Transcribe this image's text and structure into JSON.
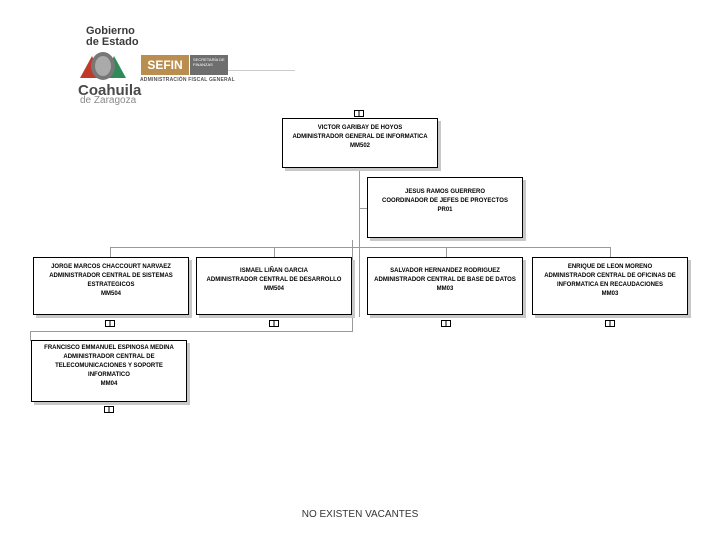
{
  "header": {
    "gobierno_line1": "Gobierno",
    "gobierno_line2": "de Estado",
    "state": "Coahuila",
    "state_sub": "de Zaragoza",
    "sefin": "SEFIN",
    "secretaria": "SECRETARÍA DE FINANZAS",
    "dept": "ADMINISTRACIÓN FISCAL GENERAL"
  },
  "nodes": {
    "root": {
      "name": "VICTOR GARIBAY DE HOYOS",
      "title": "ADMINISTRADOR GENERAL DE INFORMATICA",
      "code": "MM502"
    },
    "coord": {
      "name": "JESUS RAMOS GUERRERO",
      "title": "COORDINADOR DE JEFES DE PROYECTOS",
      "code": "PR01"
    },
    "n1": {
      "name": "JORGE MARCOS CHACCOURT NARVAEZ",
      "title1": "ADMINISTRADOR CENTRAL DE SISTEMAS",
      "title2": "ESTRATEGICOS",
      "code": "MM504"
    },
    "n2": {
      "name": "ISMAEL LIÑAN GARCIA",
      "title": "ADMINISTRADOR CENTRAL DE DESARROLLO",
      "code": "MM504"
    },
    "n3": {
      "name": "SALVADOR HERNANDEZ RODRIGUEZ",
      "title": "ADMINISTRADOR CENTRAL DE BASE DE DATOS",
      "code": "MM03"
    },
    "n4": {
      "name": "ENRIQUE DE LEON MORENO",
      "title1": "ADMINISTRADOR CENTRAL DE OFICINAS DE",
      "title2": "INFORMATICA EN RECAUDACIONES",
      "code": "MM03"
    },
    "n5": {
      "name": "FRANCISCO EMMANUEL ESPINOSA MEDINA",
      "title1": "ADMINISTRADOR CENTRAL DE",
      "title2": "TELECOMUNICACIONES Y SOPORTE",
      "title3": "INFORMATICO",
      "code": "MM04"
    }
  },
  "footer": "NO EXISTEN VACANTES"
}
